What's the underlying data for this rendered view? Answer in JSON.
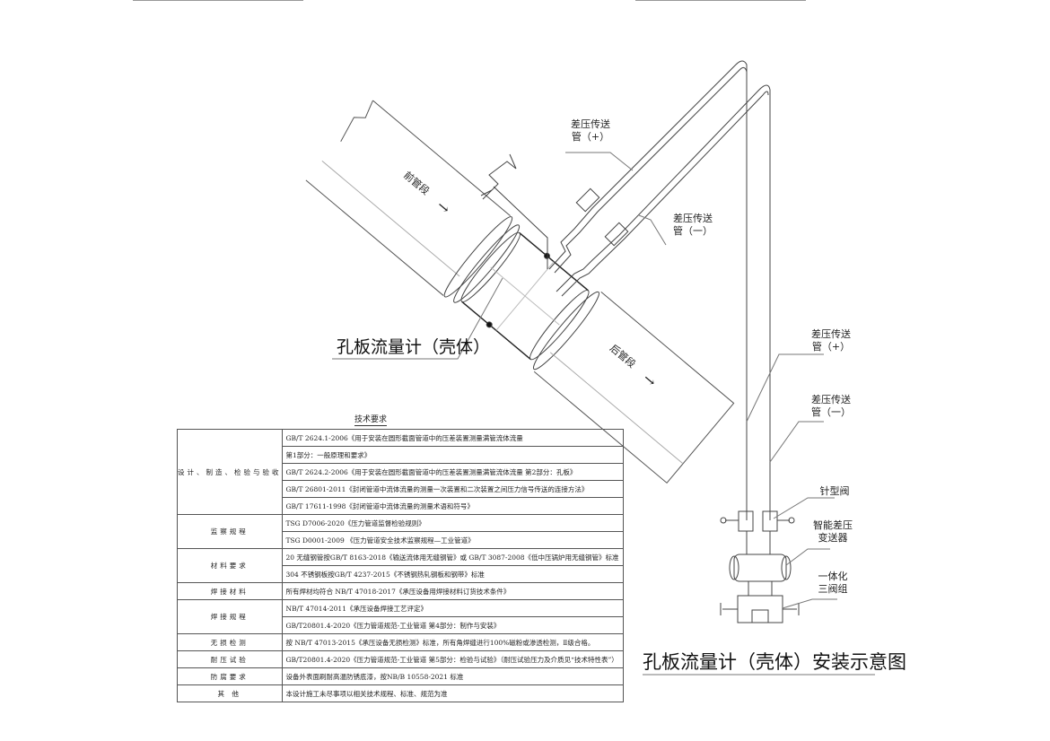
{
  "labels": {
    "front_pipe": "前管段",
    "back_pipe": "后管段",
    "flow_arrow": "→",
    "meter": "孔板流量计（壳体）",
    "dp_tube_plus_1": "差压传送",
    "dp_tube_plus_2": "管（+）",
    "dp_tube_minus_1": "差压传送",
    "dp_tube_minus_2": "管（一）",
    "needle_valve": "针型阀",
    "transmitter_1": "智能差压",
    "transmitter_2": "变送器",
    "manifold_1": "一体化",
    "manifold_2": "三阀组"
  },
  "title": "孔板流量计（壳体）安装示意图",
  "requirements": {
    "title": "技术要求",
    "rows": [
      {
        "cat": "设计、制造、检验与验收",
        "span": 5,
        "items": [
          "GB/T 2624.1-2006《用于安装在圆形截面管道中的压差装置测量满管流体流量",
          "第1部分：一般原理和要求》",
          "GB/T 2624.2-2006《用于安装在圆形截面管道中的压差装置测量满管流体流量 第2部分：孔板》",
          "GB/T 26801-2011《封闭管道中流体流量的测量一次装置和二次装置之间压力信号传送的连接方法》",
          "GB/T 17611-1998《封闭管道中流体流量的测量术语和符号》"
        ]
      },
      {
        "cat": "监察规程",
        "span": 2,
        "items": [
          "TSG D7006-2020《压力管道监督检验规则》",
          "TSG D0001-2009 《压力管道安全技术监察规程—工业管道》"
        ]
      },
      {
        "cat": "材料要求",
        "span": 2,
        "items": [
          "20 无缝钢管按GB/T 8163-2018《输送流体用无缝钢管》或 GB/T 3087-2008《低中压锅炉用无缝钢管》标准",
          "304 不锈钢板按GB/T 4237-2015《不锈钢热轧钢板和钢带》标准"
        ]
      },
      {
        "cat": "焊接材料",
        "span": 1,
        "items": [
          "所有焊材均符合 NB/T 47018-2017《承压设备用焊接材料订货技术条件》"
        ]
      },
      {
        "cat": "焊接规程",
        "span": 2,
        "items": [
          "NB/T 47014-2011《承压设备焊接工艺评定》",
          "GB/T20801.4-2020《压力管道规范-工业管道 第4部分：制作与安装》"
        ]
      },
      {
        "cat": "无损检测",
        "span": 1,
        "items": [
          "按 NB/T 47013-2015《承压设备无损检测》标准，所有角焊缝进行100%磁粉或渗透检测，Ⅱ级合格。"
        ]
      },
      {
        "cat": "耐压试验",
        "span": 1,
        "items": [
          "GB/T20801.4-2020《压力管道规范-工业管道 第5部分：检验与试验》（耐压试验压力及介质见“技术特性表”）"
        ]
      },
      {
        "cat": "防腐要求",
        "span": 1,
        "items": [
          "设备外表面刷耐高温防锈底漆，按NB/B 10558-2021 标准"
        ]
      },
      {
        "cat": "其    他",
        "span": 1,
        "items": [
          "本设计施工未尽事项以相关技术规程、标准、规范为准"
        ]
      }
    ]
  }
}
